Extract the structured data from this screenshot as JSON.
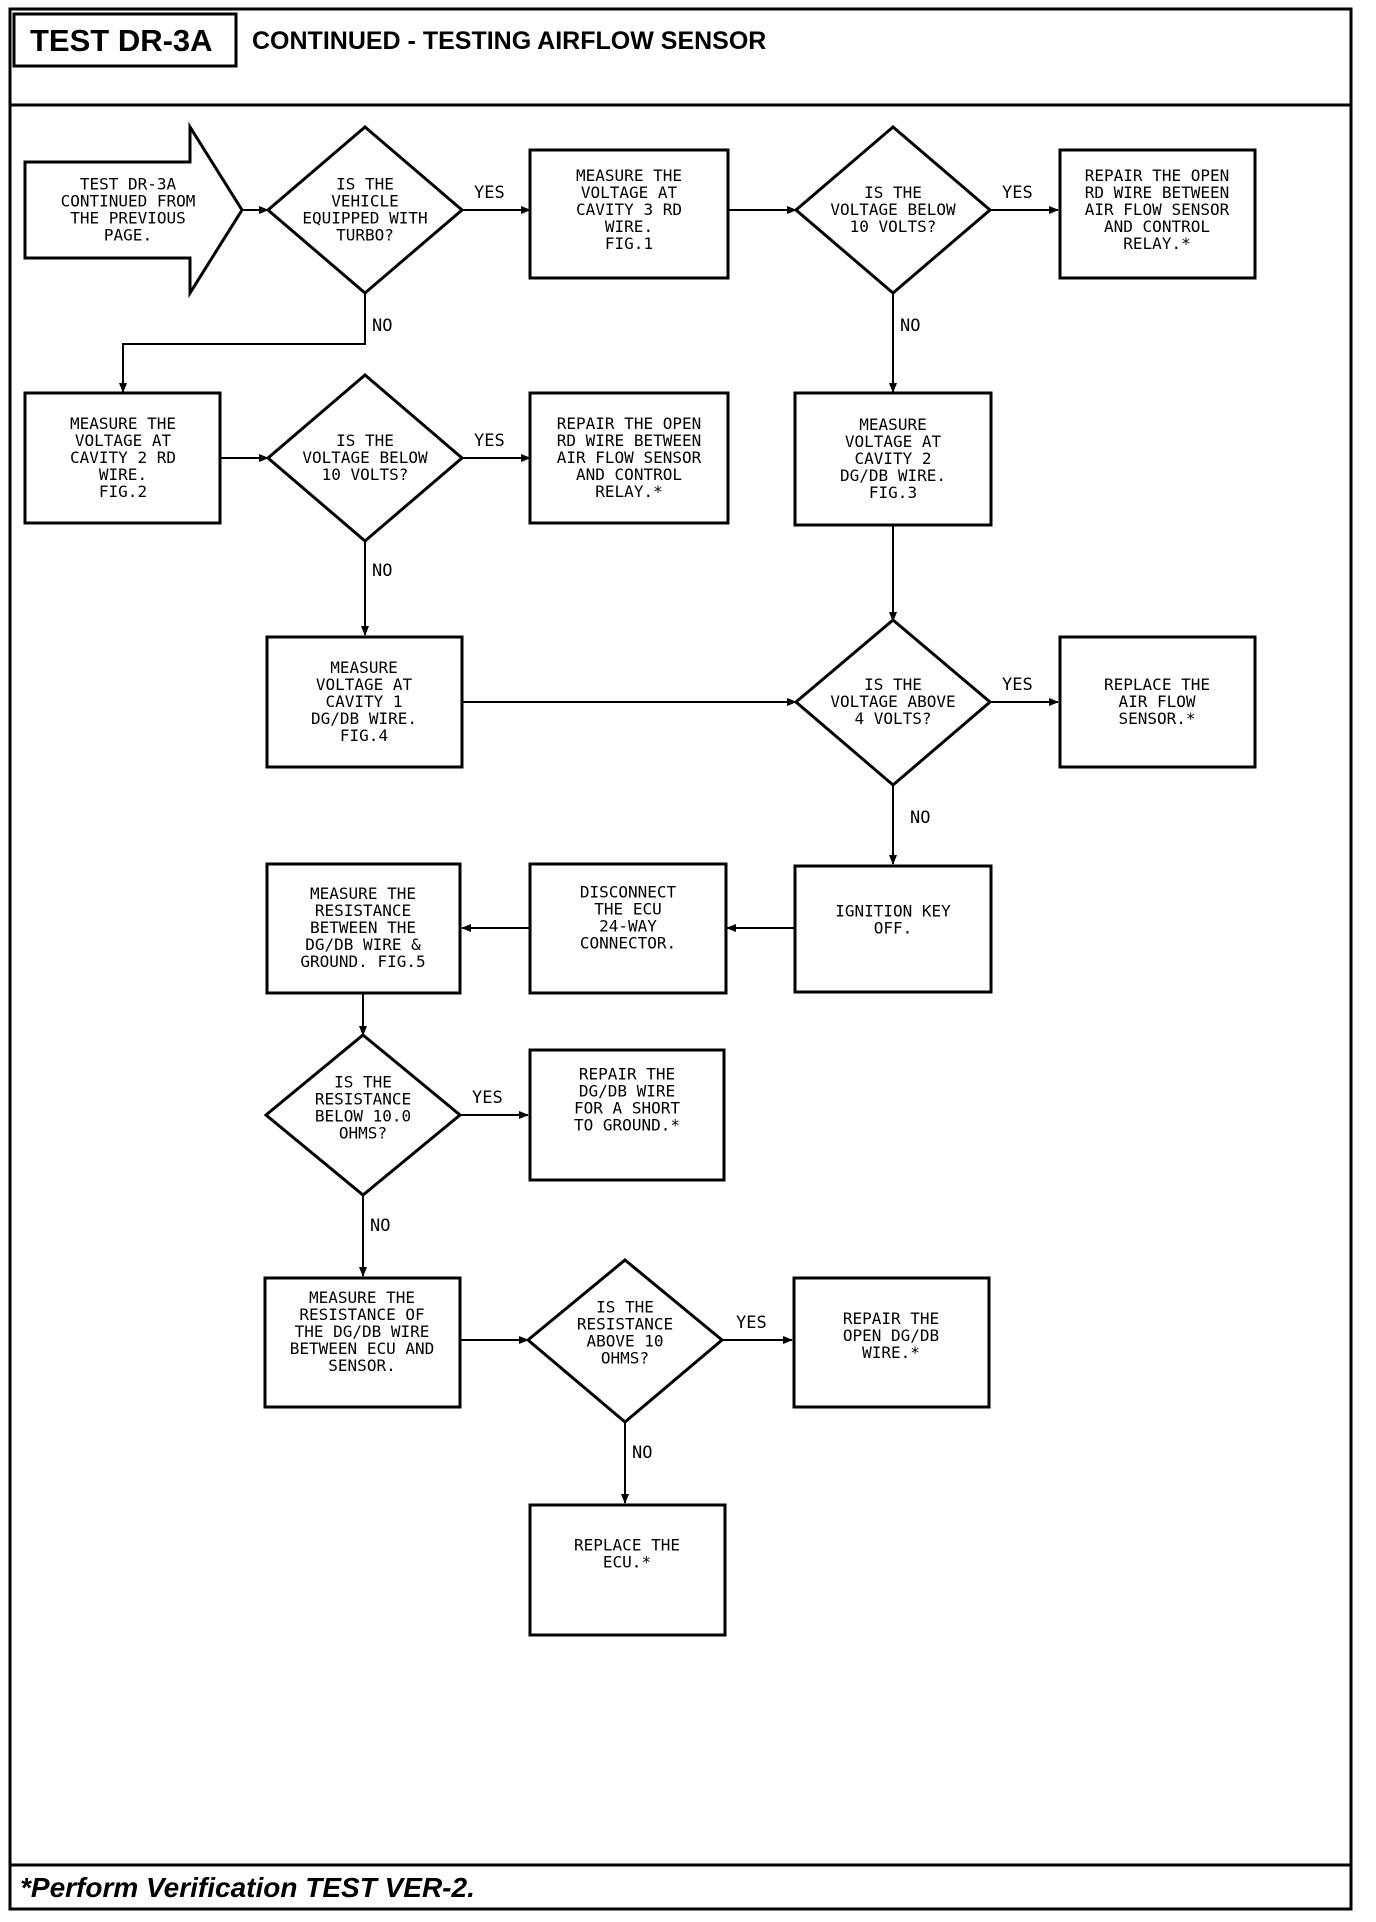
{
  "header": {
    "test_label": "TEST DR-3A",
    "subtitle": "CONTINUED - TESTING AIRFLOW SENSOR"
  },
  "footer": {
    "note": "*Perform Verification TEST VER-2."
  },
  "edge_labels": {
    "yes": "YES",
    "no": "NO"
  },
  "nodes": {
    "start": [
      "TEST DR-3A",
      "CONTINUED FROM",
      "THE PREVIOUS",
      "PAGE."
    ],
    "q_turbo": [
      "IS THE",
      "VEHICLE",
      "EQUIPPED WITH",
      "TURBO?"
    ],
    "m_cav3": [
      "MEASURE THE",
      "VOLTAGE AT",
      "CAVITY 3 RD",
      "WIRE.",
      "FIG.1"
    ],
    "q_below10_a": [
      "IS THE",
      "VOLTAGE BELOW",
      "10 VOLTS?"
    ],
    "r_open_rd_a": [
      "REPAIR THE OPEN",
      "RD WIRE BETWEEN",
      "AIR FLOW SENSOR",
      "AND CONTROL",
      "RELAY.*"
    ],
    "m_cav2_rd": [
      "MEASURE THE",
      "VOLTAGE AT",
      "CAVITY 2 RD",
      "WIRE.",
      "FIG.2"
    ],
    "q_below10_b": [
      "IS THE",
      "VOLTAGE BELOW",
      "10 VOLTS?"
    ],
    "r_open_rd_b": [
      "REPAIR THE OPEN",
      "RD WIRE BETWEEN",
      "AIR FLOW SENSOR",
      "AND CONTROL",
      "RELAY.*"
    ],
    "m_cav2_dg": [
      "MEASURE",
      "VOLTAGE AT",
      "CAVITY 2",
      "DG/DB WIRE.",
      "FIG.3"
    ],
    "m_cav1_dg": [
      "MEASURE",
      "VOLTAGE AT",
      "CAVITY 1",
      "DG/DB WIRE.",
      "FIG.4"
    ],
    "q_above4": [
      "IS THE",
      "VOLTAGE ABOVE",
      "4 VOLTS?"
    ],
    "r_replace_sensor": [
      "REPLACE THE",
      "AIR FLOW",
      "SENSOR.*"
    ],
    "ign_off": [
      "IGNITION KEY",
      "OFF."
    ],
    "disconnect": [
      "DISCONNECT",
      "THE ECU",
      "24-WAY",
      "CONNECTOR."
    ],
    "m_res_ground": [
      "MEASURE THE",
      "RESISTANCE",
      "BETWEEN THE",
      "DG/DB WIRE &",
      "GROUND. FIG.5"
    ],
    "q_res_below": [
      "IS THE",
      "RESISTANCE",
      "BELOW 10.0",
      "OHMS?"
    ],
    "r_short": [
      "REPAIR THE",
      "DG/DB WIRE",
      "FOR A SHORT",
      "TO GROUND.*"
    ],
    "m_res_wire": [
      "MEASURE THE",
      "RESISTANCE OF",
      "THE DG/DB WIRE",
      "BETWEEN ECU AND",
      "SENSOR."
    ],
    "q_res_above": [
      "IS THE",
      "RESISTANCE",
      "ABOVE 10",
      "OHMS?"
    ],
    "r_open_dg": [
      "REPAIR THE",
      "OPEN DG/DB",
      "WIRE.*"
    ],
    "r_replace_ecu": [
      "REPLACE THE",
      "ECU.*"
    ]
  }
}
